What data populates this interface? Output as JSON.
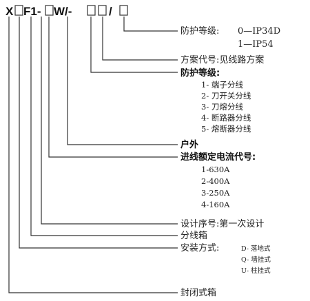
{
  "model_code": {
    "p1": "X",
    "p2": "F1-",
    "p3": "W/-",
    "sep": "/"
  },
  "protection_top": {
    "title": "防护等级:",
    "opt1": "0—IP34D",
    "opt2": "1—IP54"
  },
  "scheme": "方案代号:见线路方案",
  "protection": {
    "title": "防护等级:",
    "items": [
      "1- 端子分线",
      "2- 刀开关分线",
      "3- 刀熔分线",
      "4- 断路器分线",
      "5- 熔断器分线"
    ]
  },
  "outdoor": "户外",
  "current": {
    "title": "进线额定电流代号:",
    "items": [
      "1-630A",
      "2-400A",
      "3-250A",
      "4-160A"
    ]
  },
  "design_no": "设计序号:第一次设计",
  "dist_box": "分线箱",
  "install": {
    "title": "安装方式:",
    "items": [
      "D- 落地式",
      "Q- 墙挂式",
      "U- 柱挂式"
    ]
  },
  "enclosed": "封闭式箱"
}
